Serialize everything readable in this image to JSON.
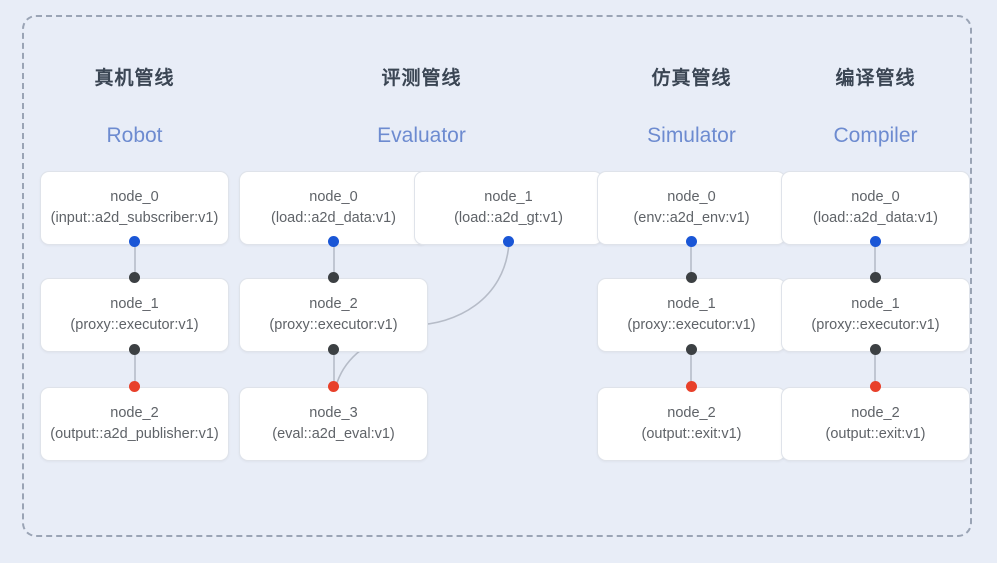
{
  "diagram": {
    "background_color": "#e8edf7",
    "frame_border_color": "#9aa4b5",
    "dot_colors": {
      "output_port": "#1a56d6",
      "link_port": "#3c4043",
      "terminal_port": "#e8402a"
    },
    "columns": [
      {
        "id": "robot",
        "title_cn": "真机管线",
        "title_en": "Robot",
        "nodes": [
          {
            "name": "node_0",
            "spec": "(input::a2d_subscriber:v1)"
          },
          {
            "name": "node_1",
            "spec": "(proxy::executor:v1)"
          },
          {
            "name": "node_2",
            "spec": "(output::a2d_publisher:v1)"
          }
        ]
      },
      {
        "id": "evaluator",
        "title_cn": "评测管线",
        "title_en": "Evaluator",
        "nodes": [
          {
            "name": "node_0",
            "spec": "(load::a2d_data:v1)"
          },
          {
            "name": "node_1",
            "spec": "(load::a2d_gt:v1)"
          },
          {
            "name": "node_2",
            "spec": "(proxy::executor:v1)"
          },
          {
            "name": "node_3",
            "spec": "(eval::a2d_eval:v1)"
          }
        ]
      },
      {
        "id": "simulator",
        "title_cn": "仿真管线",
        "title_en": "Simulator",
        "nodes": [
          {
            "name": "node_0",
            "spec": "(env::a2d_env:v1)"
          },
          {
            "name": "node_1",
            "spec": "(proxy::executor:v1)"
          },
          {
            "name": "node_2",
            "spec": "(output::exit:v1)"
          }
        ]
      },
      {
        "id": "compiler",
        "title_cn": "编译管线",
        "title_en": "Compiler",
        "nodes": [
          {
            "name": "node_0",
            "spec": "(load::a2d_data:v1)"
          },
          {
            "name": "node_1",
            "spec": "(proxy::executor:v1)"
          },
          {
            "name": "node_2",
            "spec": "(output::exit:v1)"
          }
        ]
      }
    ]
  }
}
